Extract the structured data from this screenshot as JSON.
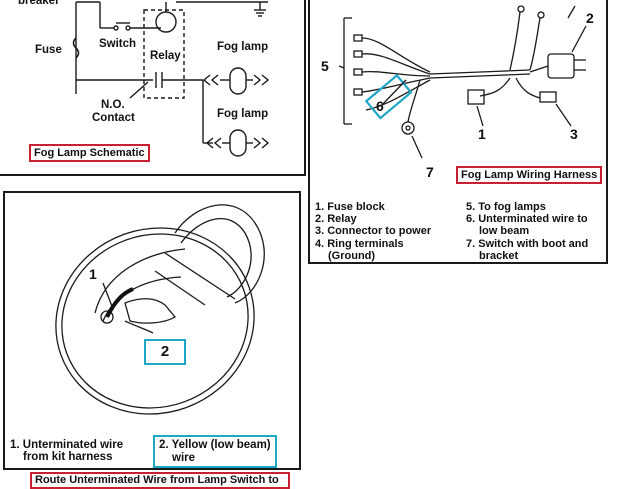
{
  "schematic": {
    "labels": {
      "breaker": "breaker",
      "fuse": "Fuse",
      "switch": "Switch",
      "relay": "Relay",
      "fog_lamp_top": "Fog lamp",
      "fog_lamp_bottom": "Fog lamp",
      "no_contact_line1": "N.O.",
      "no_contact_line2": "Contact"
    },
    "caption": "Fog Lamp Schematic"
  },
  "harness": {
    "callouts": [
      "1",
      "2",
      "3",
      "5",
      "6",
      "7"
    ],
    "caption": "Fog Lamp Wiring Harness",
    "legend_left": [
      "1. Fuse block",
      "2. Relay",
      "3. Connector to power",
      "4. Ring terminals",
      "(Ground)"
    ],
    "legend_right": [
      "5. To fog lamps",
      "6. Unterminated wire to",
      "low beam",
      "7. Switch with boot and",
      "bracket"
    ]
  },
  "headlamp": {
    "callouts": [
      "1",
      "2"
    ],
    "caption_left": [
      "1. Unterminated wire",
      "from kit harness"
    ],
    "caption_right": [
      "2. Yellow (low beam)",
      "wire"
    ]
  },
  "footer": {
    "partial_caption": "Route Unterminated Wire from Lamp Switch to"
  },
  "colors": {
    "red_box": "#c8202e",
    "cyan_box": "#1fa7c9",
    "line": "#1a1a1a"
  }
}
